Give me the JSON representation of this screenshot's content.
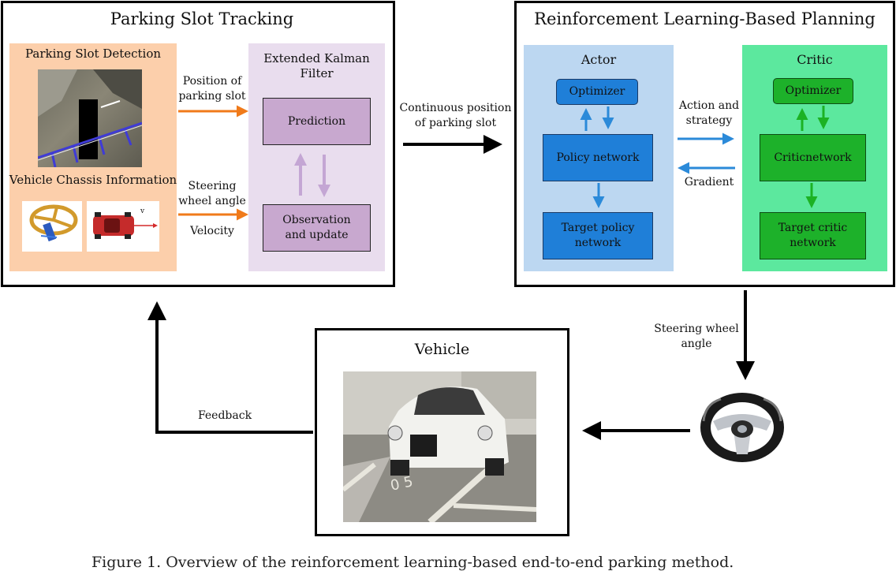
{
  "parking": {
    "title": "Parking Slot Tracking",
    "detection_title": "Parking Slot Detection",
    "chassis_title": "Vehicle Chassis Information",
    "ekf_title_1": "Extended Kalman",
    "ekf_title_2": "Filter",
    "prediction": "Prediction",
    "observation_1": "Observation",
    "observation_2": "and update",
    "pos_label_1": "Position of",
    "pos_label_2": "parking slot",
    "steer_label_1": "Steering",
    "steer_label_2": "wheel angle",
    "velocity_label": "Velocity",
    "car_v": "v"
  },
  "rl": {
    "title": "Reinforcement Learning-Based Planning",
    "actor": "Actor",
    "critic": "Critic",
    "optimizer": "Optimizer",
    "policy_network": "Policy network",
    "target_policy_1": "Target policy",
    "target_policy_2": "network",
    "critic_network": "Criticnetwork",
    "target_critic_1": "Target critic",
    "target_critic_2": "network",
    "action_1": "Action and",
    "action_2": "strategy",
    "gradient": "Gradient"
  },
  "links": {
    "continuous_1": "Continuous position",
    "continuous_2": "of parking slot",
    "steering_1": "Steering wheel",
    "steering_2": "angle",
    "feedback": "Feedback"
  },
  "vehicle": {
    "title": "Vehicle",
    "plate": "0 5"
  },
  "caption": "Figure 1. Overview of the reinforcement learning-based end-to-end parking method.",
  "colors": {
    "orange_panel": "#fccfab",
    "purple_panel": "#e9ddee",
    "blue_panel": "#bcd7f1",
    "green_panel": "#5ce89e",
    "orange_arrow": "#f07a1a",
    "blue_arrow": "#2b8ad9",
    "green_arrow": "#1cb224",
    "purple_arrow": "#c4a6d4"
  }
}
